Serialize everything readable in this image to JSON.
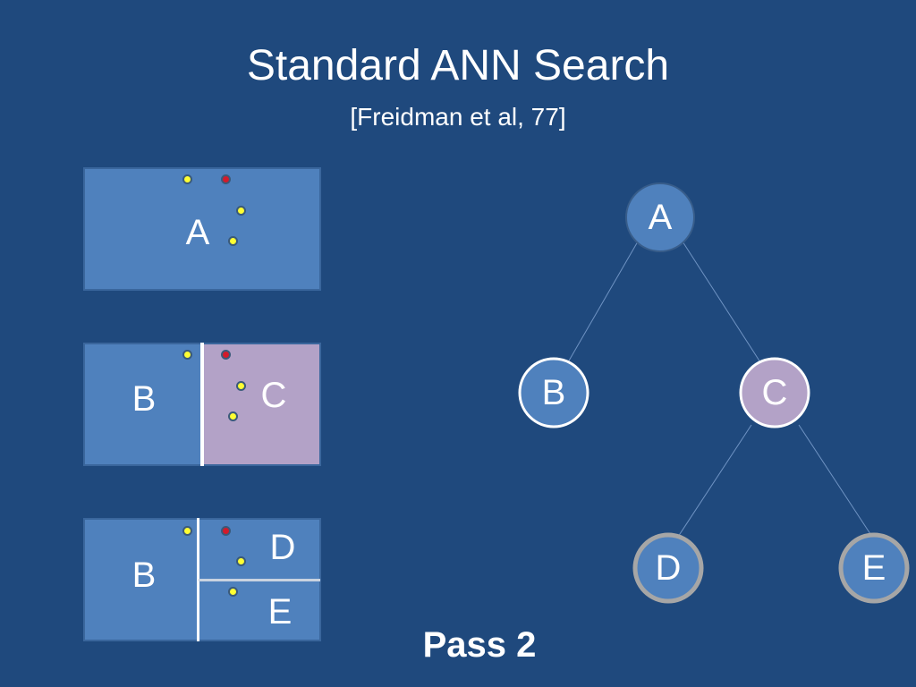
{
  "slide": {
    "title": "Standard ANN Search",
    "subtitle": "[Freidman et al, 77]",
    "pass_label": "Pass 2"
  },
  "panels": {
    "top": {
      "label_a": "A"
    },
    "middle": {
      "label_b": "B",
      "label_c": "C"
    },
    "bottom": {
      "label_b": "B",
      "label_d": "D",
      "label_e": "E"
    }
  },
  "tree": {
    "nodes": {
      "a": "A",
      "b": "B",
      "c": "C",
      "d": "D",
      "e": "E"
    }
  },
  "colors": {
    "background": "#1f497d",
    "region_blue": "#4f81bd",
    "region_purple": "#b3a2c7",
    "point_yellow": "#ffff33",
    "point_red": "#d21b2b",
    "node_border_gray": "#a6a6a6"
  }
}
